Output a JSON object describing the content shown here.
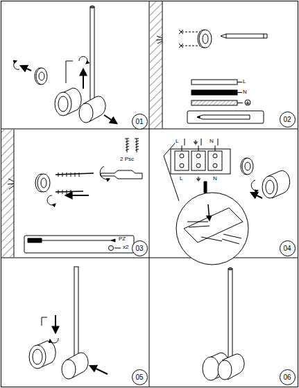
{
  "diagram": {
    "nodes": [
      {
        "text": [
          "01"
        ]
      },
      {
        "text": [
          "02"
        ]
      },
      {
        "text": [
          "03"
        ]
      },
      {
        "text": [
          "04"
        ]
      },
      {
        "text": [
          "05"
        ]
      },
      {
        "text": [
          "06"
        ]
      }
    ],
    "labels": [
      "L",
      "N",
      "2 Psc",
      "PZ",
      "x2",
      "L",
      "N",
      "L",
      "N"
    ]
  }
}
